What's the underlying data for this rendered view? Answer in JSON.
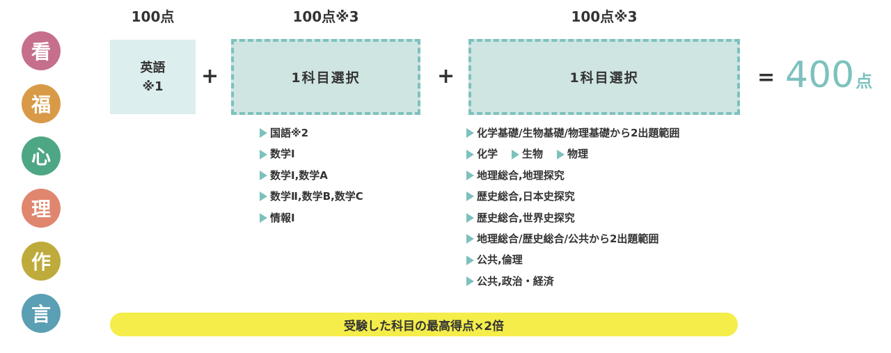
{
  "faculties": [
    {
      "label": "看",
      "color": "#c66f8d"
    },
    {
      "label": "福",
      "color": "#d99a48"
    },
    {
      "label": "心",
      "color": "#4ea784"
    },
    {
      "label": "理",
      "color": "#e0866f"
    },
    {
      "label": "作",
      "color": "#bfaa3c"
    },
    {
      "label": "言",
      "color": "#5a9fb3"
    }
  ],
  "subjects": {
    "english": {
      "points": "100点",
      "name": "英語",
      "note": "※1"
    },
    "select_a": {
      "points": "100点※3",
      "label": "1科目選択"
    },
    "select_b": {
      "points": "100点※3",
      "label": "1科目選択"
    }
  },
  "operators": {
    "plus1": "+",
    "plus2": "+",
    "equals": "="
  },
  "total": {
    "value": "400",
    "unit": "点"
  },
  "options_a": [
    [
      "国語※2"
    ],
    [
      "数学Ⅰ"
    ],
    [
      "数学Ⅰ,数学A"
    ],
    [
      "数学Ⅱ,数学B,数学C"
    ],
    [
      "情報Ⅰ"
    ]
  ],
  "options_b": [
    [
      "化学基礎/生物基礎/物理基礎から2出題範囲"
    ],
    [
      "化学",
      "生物",
      "物理"
    ],
    [
      "地理総合,地理探究"
    ],
    [
      "歴史総合,日本史探究"
    ],
    [
      "歴史総合,世界史探究"
    ],
    [
      "地理総合/歴史総合/公共から2出題範囲"
    ],
    [
      "公共,倫理"
    ],
    [
      "公共,政治・経済"
    ]
  ],
  "banner": {
    "text": "受験した科目の最高得点×2倍"
  },
  "colors": {
    "accent": "#7dc1bd",
    "banner": "#f4ed4a",
    "english_box": "#ddeeee",
    "select_box": "#cfe5e2"
  }
}
